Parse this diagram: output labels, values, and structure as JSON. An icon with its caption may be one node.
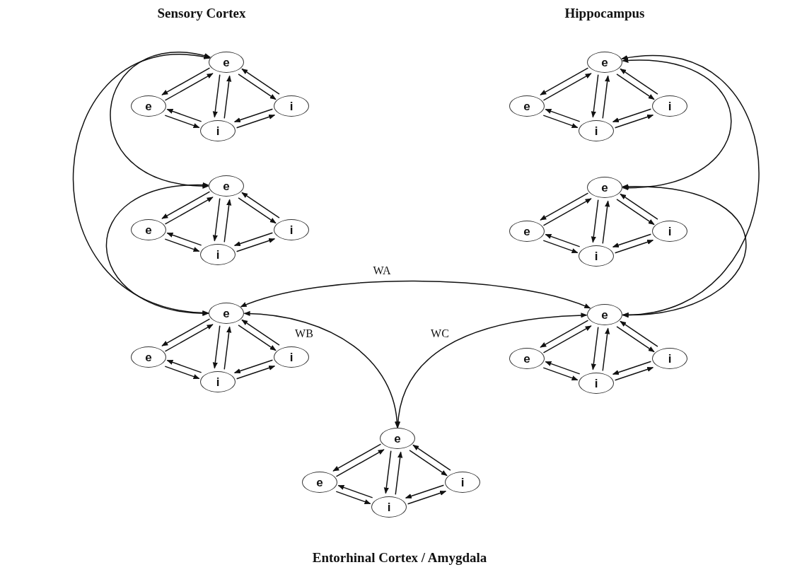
{
  "diagram": {
    "nodes": [
      {
        "text": [
          "e"
        ]
      },
      {
        "text": [
          "e"
        ]
      },
      {
        "text": [
          "i"
        ]
      },
      {
        "text": [
          "i"
        ]
      },
      {
        "text": [
          "e"
        ]
      },
      {
        "text": [
          "e"
        ]
      },
      {
        "text": [
          "i"
        ]
      },
      {
        "text": [
          "i"
        ]
      },
      {
        "text": [
          "e"
        ]
      },
      {
        "text": [
          "e"
        ]
      },
      {
        "text": [
          "i"
        ]
      },
      {
        "text": [
          "i"
        ]
      },
      {
        "text": [
          "e"
        ]
      },
      {
        "text": [
          "e"
        ]
      },
      {
        "text": [
          "i"
        ]
      },
      {
        "text": [
          "i"
        ]
      },
      {
        "text": [
          "e"
        ]
      },
      {
        "text": [
          "e"
        ]
      },
      {
        "text": [
          "i"
        ]
      },
      {
        "text": [
          "i"
        ]
      },
      {
        "text": [
          "e"
        ]
      },
      {
        "text": [
          "e"
        ]
      },
      {
        "text": [
          "i"
        ]
      },
      {
        "text": [
          "i"
        ]
      },
      {
        "text": [
          "e"
        ]
      },
      {
        "text": [
          "e"
        ]
      },
      {
        "text": [
          "i"
        ]
      },
      {
        "text": [
          "i"
        ]
      }
    ],
    "edges": [
      {
        "from": 0,
        "to": 1,
        "arrow": "to"
      },
      {
        "from": 1,
        "to": 0,
        "arrow": "to"
      },
      {
        "from": 0,
        "to": 2,
        "arrow": "to"
      },
      {
        "from": 2,
        "to": 0,
        "arrow": "to"
      },
      {
        "from": 1,
        "to": 3,
        "arrow": "to"
      },
      {
        "from": 3,
        "to": 1,
        "arrow": "to"
      },
      {
        "from": 3,
        "to": 2,
        "arrow": "to"
      },
      {
        "from": 2,
        "to": 3,
        "arrow": "to"
      },
      {
        "from": 3,
        "to": 0,
        "arrow": "to"
      },
      {
        "from": 0,
        "to": 3,
        "arrow": "to"
      },
      {
        "from": 4,
        "to": 5,
        "arrow": "to"
      },
      {
        "from": 5,
        "to": 4,
        "arrow": "to"
      },
      {
        "from": 4,
        "to": 6,
        "arrow": "to"
      },
      {
        "from": 6,
        "to": 4,
        "arrow": "to"
      },
      {
        "from": 5,
        "to": 7,
        "arrow": "to"
      },
      {
        "from": 7,
        "to": 5,
        "arrow": "to"
      },
      {
        "from": 7,
        "to": 6,
        "arrow": "to"
      },
      {
        "from": 6,
        "to": 7,
        "arrow": "to"
      },
      {
        "from": 7,
        "to": 4,
        "arrow": "to"
      },
      {
        "from": 4,
        "to": 7,
        "arrow": "to"
      },
      {
        "from": 8,
        "to": 9,
        "arrow": "to"
      },
      {
        "from": 9,
        "to": 8,
        "arrow": "to"
      },
      {
        "from": 8,
        "to": 10,
        "arrow": "to"
      },
      {
        "from": 10,
        "to": 8,
        "arrow": "to"
      },
      {
        "from": 9,
        "to": 11,
        "arrow": "to"
      },
      {
        "from": 11,
        "to": 9,
        "arrow": "to"
      },
      {
        "from": 11,
        "to": 10,
        "arrow": "to"
      },
      {
        "from": 10,
        "to": 11,
        "arrow": "to"
      },
      {
        "from": 11,
        "to": 8,
        "arrow": "to"
      },
      {
        "from": 8,
        "to": 11,
        "arrow": "to"
      },
      {
        "from": 12,
        "to": 13,
        "arrow": "to"
      },
      {
        "from": 13,
        "to": 12,
        "arrow": "to"
      },
      {
        "from": 12,
        "to": 14,
        "arrow": "to"
      },
      {
        "from": 14,
        "to": 12,
        "arrow": "to"
      },
      {
        "from": 13,
        "to": 15,
        "arrow": "to"
      },
      {
        "from": 15,
        "to": 13,
        "arrow": "to"
      },
      {
        "from": 15,
        "to": 14,
        "arrow": "to"
      },
      {
        "from": 14,
        "to": 15,
        "arrow": "to"
      },
      {
        "from": 15,
        "to": 12,
        "arrow": "to"
      },
      {
        "from": 12,
        "to": 15,
        "arrow": "to"
      },
      {
        "from": 16,
        "to": 17,
        "arrow": "to"
      },
      {
        "from": 17,
        "to": 16,
        "arrow": "to"
      },
      {
        "from": 16,
        "to": 18,
        "arrow": "to"
      },
      {
        "from": 18,
        "to": 16,
        "arrow": "to"
      },
      {
        "from": 17,
        "to": 19,
        "arrow": "to"
      },
      {
        "from": 19,
        "to": 17,
        "arrow": "to"
      },
      {
        "from": 19,
        "to": 18,
        "arrow": "to"
      },
      {
        "from": 18,
        "to": 19,
        "arrow": "to"
      },
      {
        "from": 19,
        "to": 16,
        "arrow": "to"
      },
      {
        "from": 16,
        "to": 19,
        "arrow": "to"
      },
      {
        "from": 20,
        "to": 21,
        "arrow": "to"
      },
      {
        "from": 21,
        "to": 20,
        "arrow": "to"
      },
      {
        "from": 20,
        "to": 22,
        "arrow": "to"
      },
      {
        "from": 22,
        "to": 20,
        "arrow": "to"
      },
      {
        "from": 21,
        "to": 23,
        "arrow": "to"
      },
      {
        "from": 23,
        "to": 21,
        "arrow": "to"
      },
      {
        "from": 23,
        "to": 22,
        "arrow": "to"
      },
      {
        "from": 22,
        "to": 23,
        "arrow": "to"
      },
      {
        "from": 23,
        "to": 20,
        "arrow": "to"
      },
      {
        "from": 20,
        "to": 23,
        "arrow": "to"
      },
      {
        "from": 24,
        "to": 25,
        "arrow": "to"
      },
      {
        "from": 25,
        "to": 24,
        "arrow": "to"
      },
      {
        "from": 24,
        "to": 26,
        "arrow": "to"
      },
      {
        "from": 26,
        "to": 24,
        "arrow": "to"
      },
      {
        "from": 25,
        "to": 27,
        "arrow": "to"
      },
      {
        "from": 27,
        "to": 25,
        "arrow": "to"
      },
      {
        "from": 27,
        "to": 26,
        "arrow": "to"
      },
      {
        "from": 26,
        "to": 27,
        "arrow": "to"
      },
      {
        "from": 27,
        "to": 24,
        "arrow": "to"
      },
      {
        "from": 24,
        "to": 27,
        "arrow": "to"
      },
      {
        "from": 0,
        "to": 8,
        "arrow": "both"
      },
      {
        "from": 0,
        "to": 16,
        "arrow": "both"
      },
      {
        "from": 8,
        "to": 16,
        "arrow": "both"
      },
      {
        "from": 4,
        "to": 12,
        "arrow": "both"
      },
      {
        "from": 4,
        "to": 20,
        "arrow": "both"
      },
      {
        "from": 12,
        "to": 20,
        "arrow": "both"
      },
      {
        "from": 16,
        "to": 20,
        "arrow": "both",
        "label": "WA"
      },
      {
        "from": 16,
        "to": 24,
        "arrow": "both",
        "label": "WB"
      },
      {
        "from": 20,
        "to": 24,
        "arrow": "both",
        "label": "WC"
      }
    ],
    "labels": [
      "Sensory Cortex",
      "Hippocampus",
      "Entorhinal Cortex / Amygdala"
    ]
  }
}
